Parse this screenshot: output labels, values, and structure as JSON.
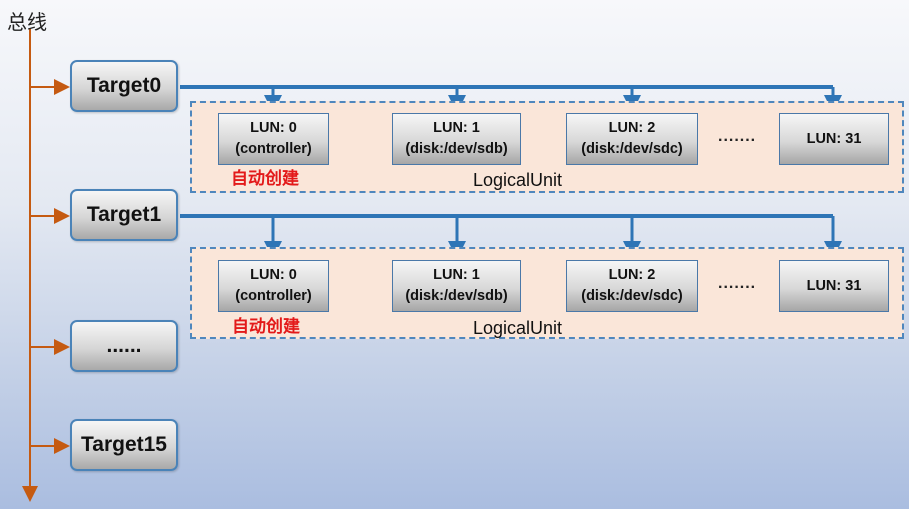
{
  "bus_label": "总线",
  "targets": [
    "Target0",
    "Target1",
    "......",
    "Target15"
  ],
  "logical_groups": [
    {
      "luns": [
        {
          "line1": "LUN: 0",
          "line2": "(controller)"
        },
        {
          "line1": "LUN: 1",
          "line2": "(disk:/dev/sdb)"
        },
        {
          "line1": "LUN: 2",
          "line2": "(disk:/dev/sdc)"
        },
        {
          "line1": "LUN: 31",
          "line2": ""
        }
      ],
      "ellipsis": ".......",
      "auto_label": "自动创建",
      "group_label": "LogicalUnit"
    },
    {
      "luns": [
        {
          "line1": "LUN: 0",
          "line2": "(controller)"
        },
        {
          "line1": "LUN: 1",
          "line2": "(disk:/dev/sdb)"
        },
        {
          "line1": "LUN: 2",
          "line2": "(disk:/dev/sdc)"
        },
        {
          "line1": "LUN: 31",
          "line2": ""
        }
      ],
      "ellipsis": ".......",
      "auto_label": "自动创建",
      "group_label": "LogicalUnit"
    }
  ],
  "colors": {
    "bus": "#c55a11",
    "connector": "#2e75b6",
    "box_border": "#4a83b8",
    "auto_label": "#e31a1a"
  }
}
